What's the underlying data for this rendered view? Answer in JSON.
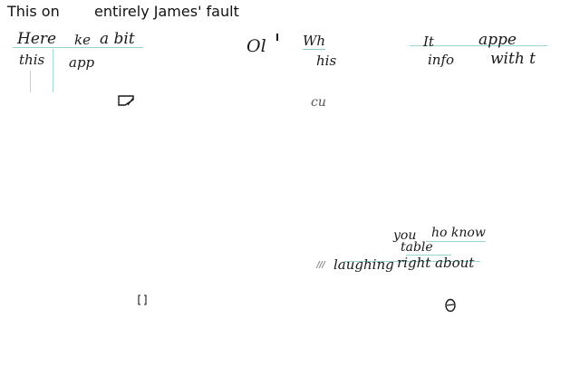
{
  "title": {
    "left": "This on",
    "right": "entirely James' fault"
  },
  "handwriting": {
    "top_left": {
      "line1_a": "Here",
      "line1_b": "ke",
      "line1_c": "a bit",
      "line2_a": "this",
      "line2_b": "app"
    },
    "top_middle": {
      "fragment_a": "Ol",
      "fragment_b": "Wh",
      "fragment_c": "his",
      "fragment_d": "cu"
    },
    "top_right": {
      "fragment_a": "It",
      "fragment_b": "appe",
      "fragment_c": "info",
      "fragment_d": "with t"
    },
    "bottom_right": {
      "line1_a": "you",
      "line1_b": "ho know",
      "line2": "table",
      "line3_a": "laughing",
      "line3_b": "right about"
    }
  },
  "colors": {
    "guide_line": "#9bd3cd",
    "ink": "#1a1a1a",
    "title_text": "#111111"
  }
}
